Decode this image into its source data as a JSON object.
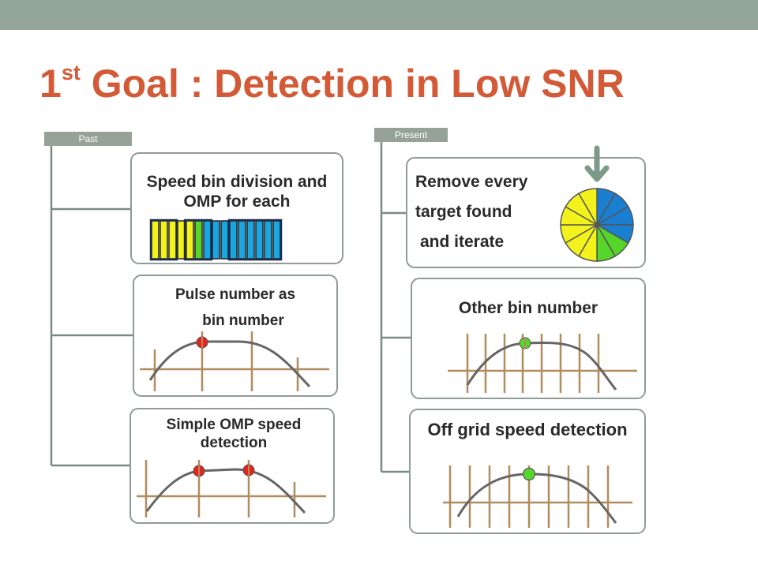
{
  "slide": {
    "title_number": "1",
    "title_superscript": "st",
    "title_text": " Goal : Detection in Low SNR"
  },
  "columns": {
    "past": {
      "label": "Past",
      "cards": [
        {
          "text": "Speed bin division and OMP for each"
        },
        {
          "line1": "Pulse number as",
          "line2": "bin number"
        },
        {
          "text": "Simple OMP speed detection"
        }
      ]
    },
    "present": {
      "label": "Present",
      "cards": [
        {
          "line1": "Remove every",
          "line2": "target found",
          "line3": "and iterate"
        },
        {
          "text": "Other bin number"
        },
        {
          "text": "Off grid speed detection"
        }
      ]
    }
  },
  "colors": {
    "title": "#d35a36",
    "top_bar": "#94a59a",
    "tag": "#96a297",
    "card_border": "#909b95",
    "grid_line": "#b08c5e",
    "curve": "#666666",
    "red_marker": "#e8231d",
    "green_marker": "#56d62a",
    "yellow": "#f4f21c",
    "blue": "#1a7fd1",
    "arrow": "#7b9a88"
  },
  "icons": {
    "arrow": "down-arrow-icon",
    "pie": "pie-icon"
  }
}
